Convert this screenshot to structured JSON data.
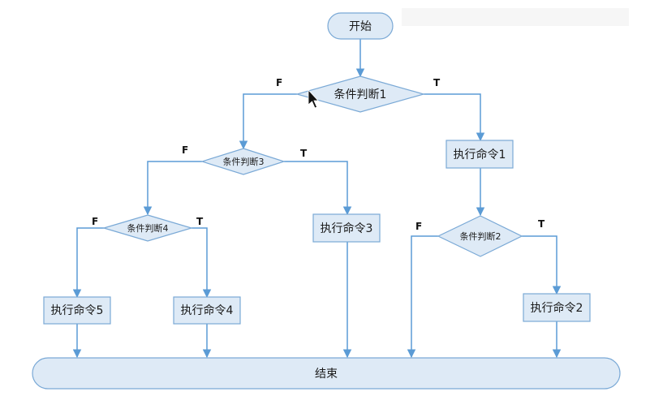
{
  "diagram": {
    "start": "开始",
    "end": "结束",
    "decisions": {
      "d1": "条件判断1",
      "d2": "条件判断2",
      "d3": "条件判断3",
      "d4": "条件判断4"
    },
    "commands": {
      "c1": "执行命令1",
      "c2": "执行命令2",
      "c3": "执行命令3",
      "c4": "执行命令4",
      "c5": "执行命令5"
    },
    "branch_labels": {
      "false": "F",
      "true": "T"
    },
    "colors": {
      "node_fill": "#deeaf6",
      "node_stroke": "#7aa9d6",
      "edge": "#5b9bd5"
    }
  }
}
